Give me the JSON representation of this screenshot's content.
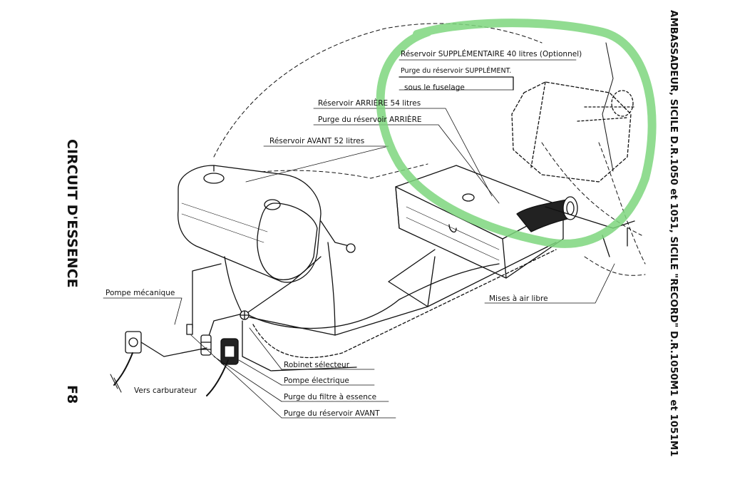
{
  "left_title": "CIRCUIT D'ESSENCE",
  "page_code": "F8",
  "right_title": "AMBASSADEUR, SICILE D.R.1050 et 1051, SICILE \"RECORD\" D.R.1050M1 et 1051M1",
  "labels": {
    "reservoir_supplementaire": "Réservoir SUPPLÉMENTAIRE 40 litres (Optionnel)",
    "purge_supplement": "Purge du réservoir SUPPLÉMENT.",
    "sous_fuselage": "sous le fuselage",
    "reservoir_arriere": "Réservoir ARRIÈRE 54 litres",
    "purge_arriere": "Purge du réservoir ARRIÈRE",
    "reservoir_avant": "Réservoir AVANT 52 litres",
    "pompe_mecanique": "Pompe mécanique",
    "vers_carburateur": "Vers carburateur",
    "mises_air_libre": "Mises à air libre",
    "robinet_selecteur": "Robinet sélecteur",
    "pompe_electrique": "Pompe électrique",
    "purge_filtre": "Purge du filtre à essence",
    "purge_avant": "Purge du réservoir AVANT"
  },
  "colors": {
    "ink": "#111111",
    "highlight": "#7ed67e"
  }
}
